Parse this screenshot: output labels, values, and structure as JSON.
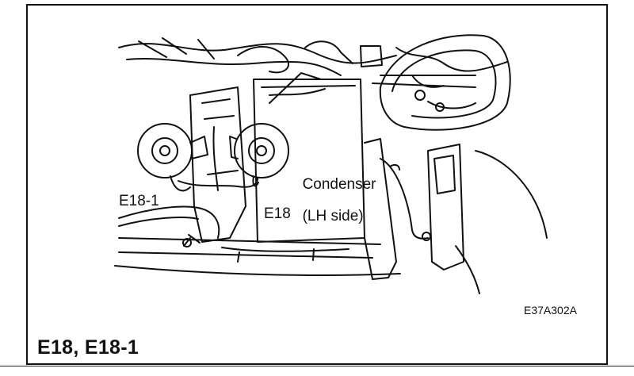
{
  "labels": {
    "condenser_line1": "Condenser",
    "condenser_line2": "(LH side)",
    "e18": "E18",
    "e18_1": "E18-1"
  },
  "reference_code": "E37A302A",
  "caption": "E18, E18-1",
  "colors": {
    "ink": "#111111",
    "paper": "#ffffff"
  }
}
